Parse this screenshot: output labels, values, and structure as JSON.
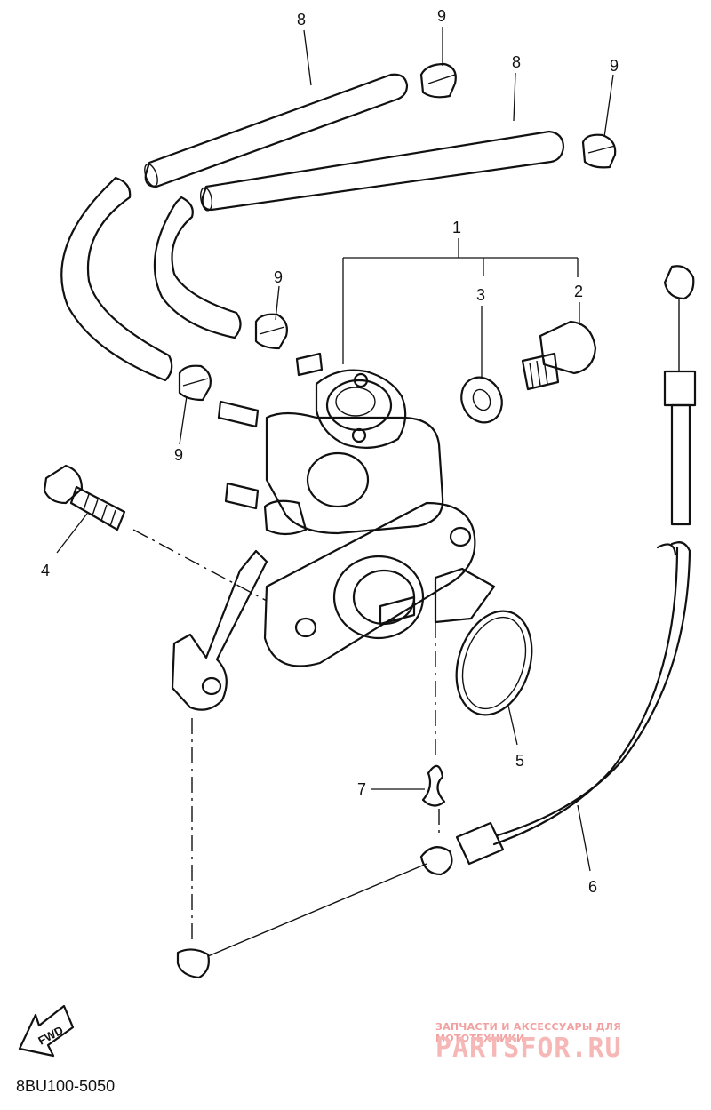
{
  "callouts": [
    {
      "id": "1",
      "label": "1"
    },
    {
      "id": "2",
      "label": "2"
    },
    {
      "id": "3",
      "label": "3"
    },
    {
      "id": "4",
      "label": "4"
    },
    {
      "id": "5",
      "label": "5"
    },
    {
      "id": "6",
      "label": "6"
    },
    {
      "id": "7",
      "label": "7"
    },
    {
      "id": "8a",
      "label": "8"
    },
    {
      "id": "8b",
      "label": "8"
    },
    {
      "id": "9a",
      "label": "9"
    },
    {
      "id": "9b",
      "label": "9"
    },
    {
      "id": "9c",
      "label": "9"
    },
    {
      "id": "9d",
      "label": "9"
    }
  ],
  "direction_arrow": "FWD",
  "diagram_code": "8BU100-5050",
  "watermark": {
    "tagline": "ЗАПЧАСТИ И АКСЕССУАРЫ ДЛЯ МОТОТЕХНИКИ",
    "logo": "PARTSFOR.RU"
  }
}
